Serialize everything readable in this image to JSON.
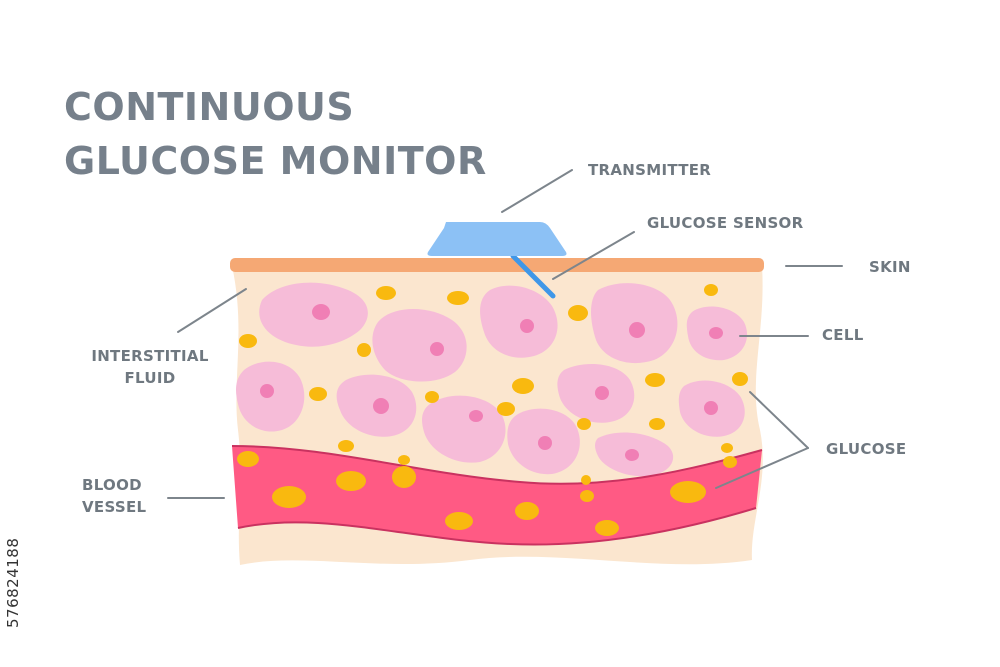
{
  "title": {
    "line1": "CONTINUOUS",
    "line2": "GLUCOSE MONITOR"
  },
  "labels": {
    "transmitter": "TRANSMITTER",
    "glucose_sensor": "GLUCOSE SENSOR",
    "skin": "SKIN",
    "cell": "CELL",
    "glucose": "GLUCOSE",
    "interstitial_fluid_line1": "INTERSTITIAL",
    "interstitial_fluid_line2": "FLUID",
    "blood_vessel_line1": "BLOOD",
    "blood_vessel_line2": "VESSEL"
  },
  "stock_id": "576824188",
  "colors": {
    "title_text": "#76808b",
    "label_text": "#6f7880",
    "leader_line": "#7d858c",
    "skin": "#f5a874",
    "tissue": "#fbe6cf",
    "cell": "#f6bcd8",
    "nucleus": "#f07fb5",
    "glucose": "#f9b90f",
    "blood_vessel": "#ff5a84",
    "vessel_edge": "#c93260",
    "transmitter": "#8cc1f5",
    "sensor": "#3f97e8"
  }
}
